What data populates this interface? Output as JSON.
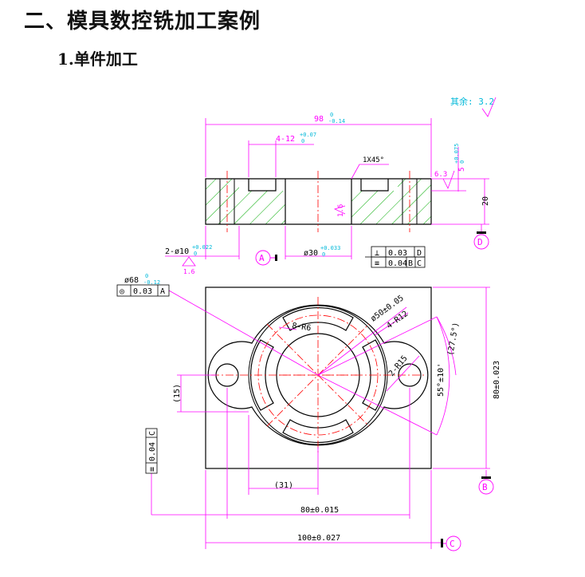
{
  "heading": "二、模具数控铣加工案例",
  "subheading": "1.单件加工",
  "drawing": {
    "colors": {
      "outline": "#000000",
      "dimension": "#ff00ff",
      "center": "#ff0000",
      "hatch": "#00aa00",
      "tolerance": "#00b8d9"
    },
    "surface_note": "其余: 3.2",
    "dims": {
      "top_len": "98",
      "top_len_tol_upper": "0",
      "top_len_tol_lower": "-0.14",
      "slot": "4-12",
      "slot_tol_upper": "+0.07",
      "slot_tol_lower": "0",
      "chamfer": "1X45°",
      "rough_6_3": "6.3",
      "depth_5": "5",
      "depth_5_tol_upper": "+0.075",
      "depth_5_tol_lower": "0",
      "height_20": "20",
      "rough_1_6_side": "1.6",
      "holes": "2-ø10",
      "holes_tol_upper": "+0.022",
      "holes_tol_lower": "0",
      "rough_1_6_low": "1.6",
      "bore": "ø30",
      "bore_tol_upper": "+0.033",
      "bore_tol_lower": "0",
      "od": "ø68",
      "od_tol_upper": "0",
      "od_tol_lower": "-0.12",
      "r6": "8-R6",
      "pcd": "ø50±0.05",
      "r12": "4-R12",
      "r15": "2-R15",
      "angle1": "(27.5°)",
      "angle2": "55°±10'",
      "h15": "(15)",
      "h80": "80±0.023",
      "w31": "(31)",
      "w80": "80±0.015",
      "w100": "100±0.027"
    },
    "fcf_perp": {
      "symbol": "⊥",
      "tol": "0.03",
      "datum": "D"
    },
    "fcf_sym_top": {
      "symbol": "≡",
      "tol": "0.04",
      "datum1": "B",
      "datum2": "C"
    },
    "fcf_conc": {
      "symbol": "◎",
      "tol": "0.03",
      "datum": "A"
    },
    "fcf_sym_side": {
      "symbol": "≡",
      "tol": "0.04",
      "datum": "C"
    },
    "datums": {
      "a": "A",
      "b": "B",
      "c": "C",
      "d": "D"
    }
  }
}
